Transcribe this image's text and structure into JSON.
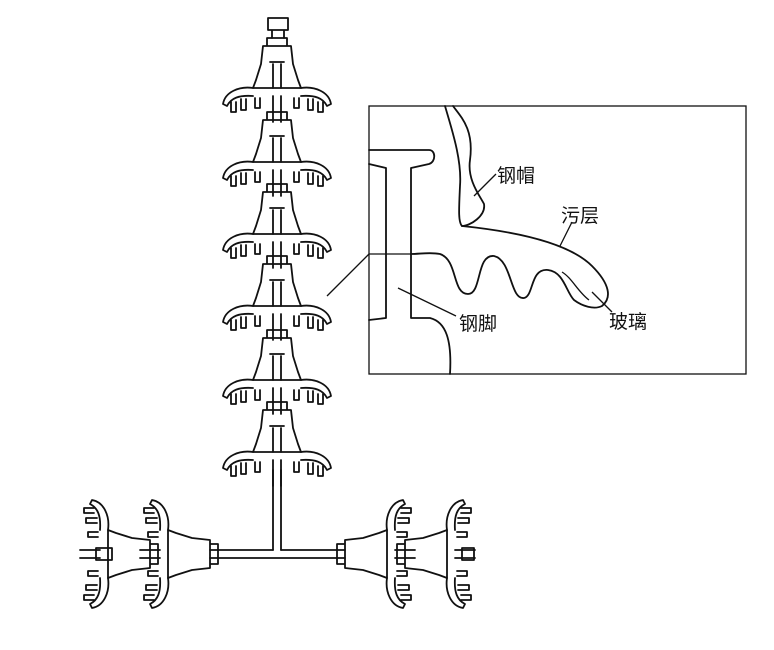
{
  "labels": {
    "steel_cap": "钢帽",
    "pollution_layer": "污层",
    "steel_pin": "钢脚",
    "glass": "玻璃"
  }
}
